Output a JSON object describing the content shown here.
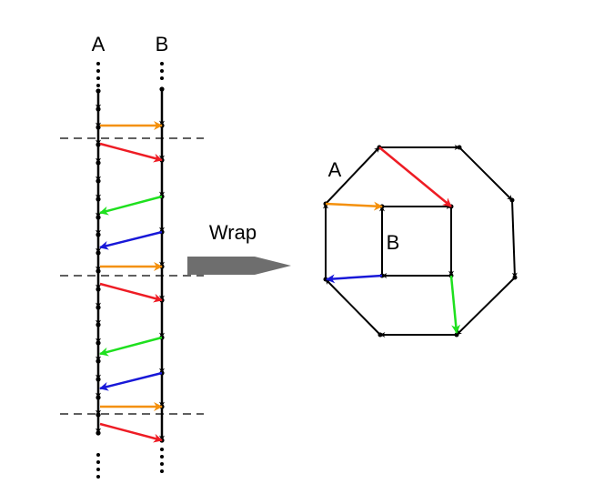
{
  "labels": {
    "lane_a": "A",
    "lane_b": "B",
    "wrap": "Wrap",
    "ring_outer": "A",
    "ring_inner": "B"
  },
  "colors": {
    "orange": "#f4900c",
    "red": "#ee1c24",
    "green": "#1ee01e",
    "blue": "#1818d8",
    "black": "#000000",
    "wrap_arrow": "#6e6e6e"
  },
  "icons": {
    "wrap_arrow": "right-arrow-icon"
  }
}
